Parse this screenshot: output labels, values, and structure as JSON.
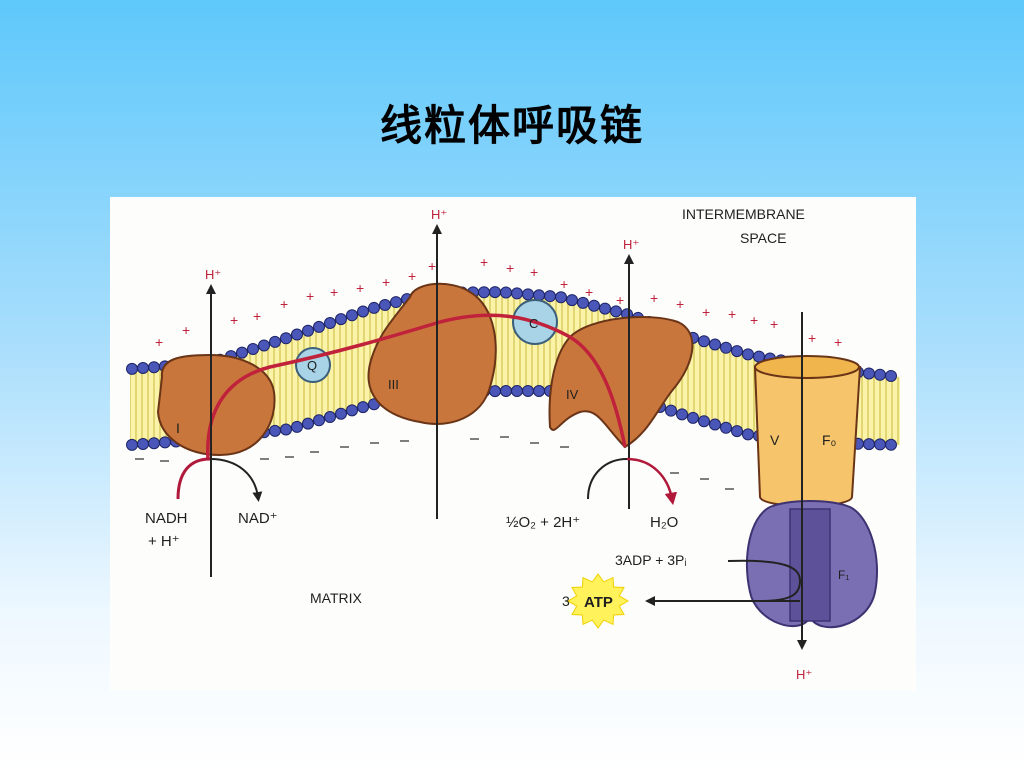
{
  "title": "线粒体呼吸链",
  "diagram": {
    "space_label_line1": "INTERMEMBRANE",
    "space_label_line2": "SPACE",
    "matrix_label": "MATRIX",
    "proton_label": "H⁺",
    "plus_sign": "+",
    "complex_labels": [
      "I",
      "III",
      "IV",
      "V"
    ],
    "q_label": "Q",
    "c_label": "C",
    "f0_label": "F₀",
    "f1_label": "F₁",
    "nadh_line1": "NADH",
    "nadh_line2": "+ H⁺",
    "nad_label": "NAD⁺",
    "oxygen_label": "½O₂ + 2H⁺",
    "water_label": "H₂O",
    "adp_label": "3ADP + 3Pᵢ",
    "atp_count": "3",
    "atp_label": "ATP"
  }
}
